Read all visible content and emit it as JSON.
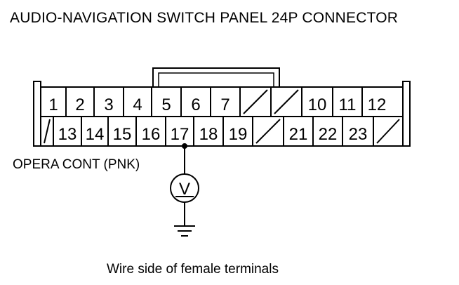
{
  "title": "AUDIO-NAVIGATION SWITCH PANEL 24P CONNECTOR",
  "connector": {
    "top_row": [
      "1",
      "2",
      "3",
      "4",
      "5",
      "6",
      "7",
      "",
      "",
      "10",
      "11",
      "12"
    ],
    "bottom_row": [
      "",
      "13",
      "14",
      "15",
      "16",
      "17",
      "18",
      "19",
      "",
      "21",
      "22",
      "23",
      ""
    ]
  },
  "wire_label": "OPERA CONT (PNK)",
  "meter_symbol": "V",
  "caption": "Wire side of female terminals"
}
